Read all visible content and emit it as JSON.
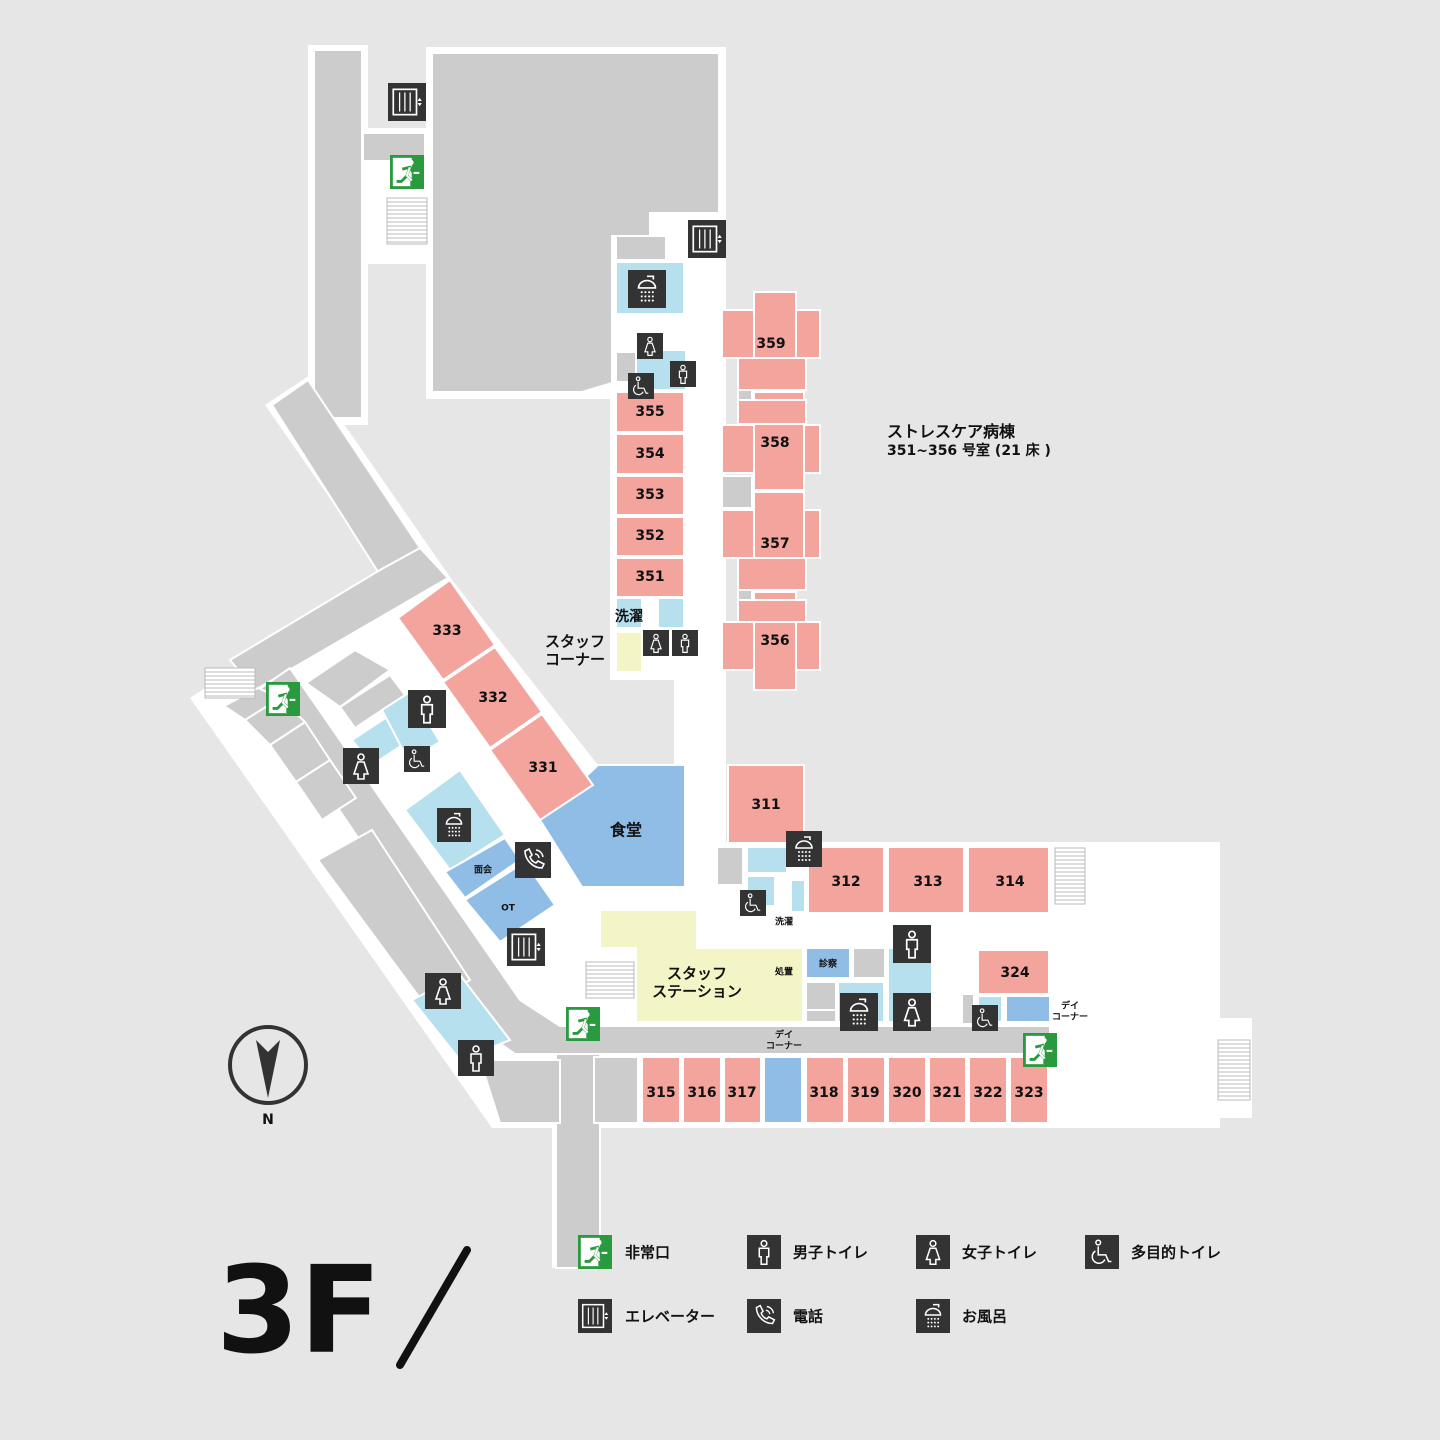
{
  "floor": "3F",
  "ward_label": {
    "line1": "ストレスケア病棟",
    "line2": "351~356 号室 (21 床 )"
  },
  "rooms": {
    "r311": "311",
    "r312": "312",
    "r313": "313",
    "r314": "314",
    "r315": "315",
    "r316": "316",
    "r317": "317",
    "r318": "318",
    "r319": "319",
    "r320": "320",
    "r321": "321",
    "r322": "322",
    "r323": "323",
    "r324": "324",
    "r331": "331",
    "r332": "332",
    "r333": "333",
    "r351": "351",
    "r352": "352",
    "r353": "353",
    "r354": "354",
    "r355": "355",
    "r356": "356",
    "r357": "357",
    "r358": "358",
    "r359": "359"
  },
  "areas": {
    "dining": "食堂",
    "staff_station_1": "スタッフ",
    "staff_station_2": "ステーション",
    "staff_corner_1": "スタッフ",
    "staff_corner_2": "コーナー",
    "laundry_north": "洗濯",
    "laundry_south": "洗濯",
    "visit": "面会",
    "ot": "OT",
    "treatment": "処置",
    "exam": "診察",
    "day_corner_1a": "デイ",
    "day_corner_1b": "コーナー",
    "day_corner_2a": "デイ",
    "day_corner_2b": "コーナー"
  },
  "compass": {
    "label": "N"
  },
  "legend": {
    "exit": "非常口",
    "male": "男子トイレ",
    "female": "女子トイレ",
    "accessible": "多目的トイレ",
    "elevator": "エレベーター",
    "phone": "電話",
    "bath": "お風呂"
  },
  "colors": {
    "room": "#f2a49d",
    "corridor": "#cccccc",
    "water": "#b6e0ee",
    "common": "#8fbde6",
    "staff": "#f3f5c6",
    "icon": "#333333",
    "exit": "#2a9a3e"
  }
}
